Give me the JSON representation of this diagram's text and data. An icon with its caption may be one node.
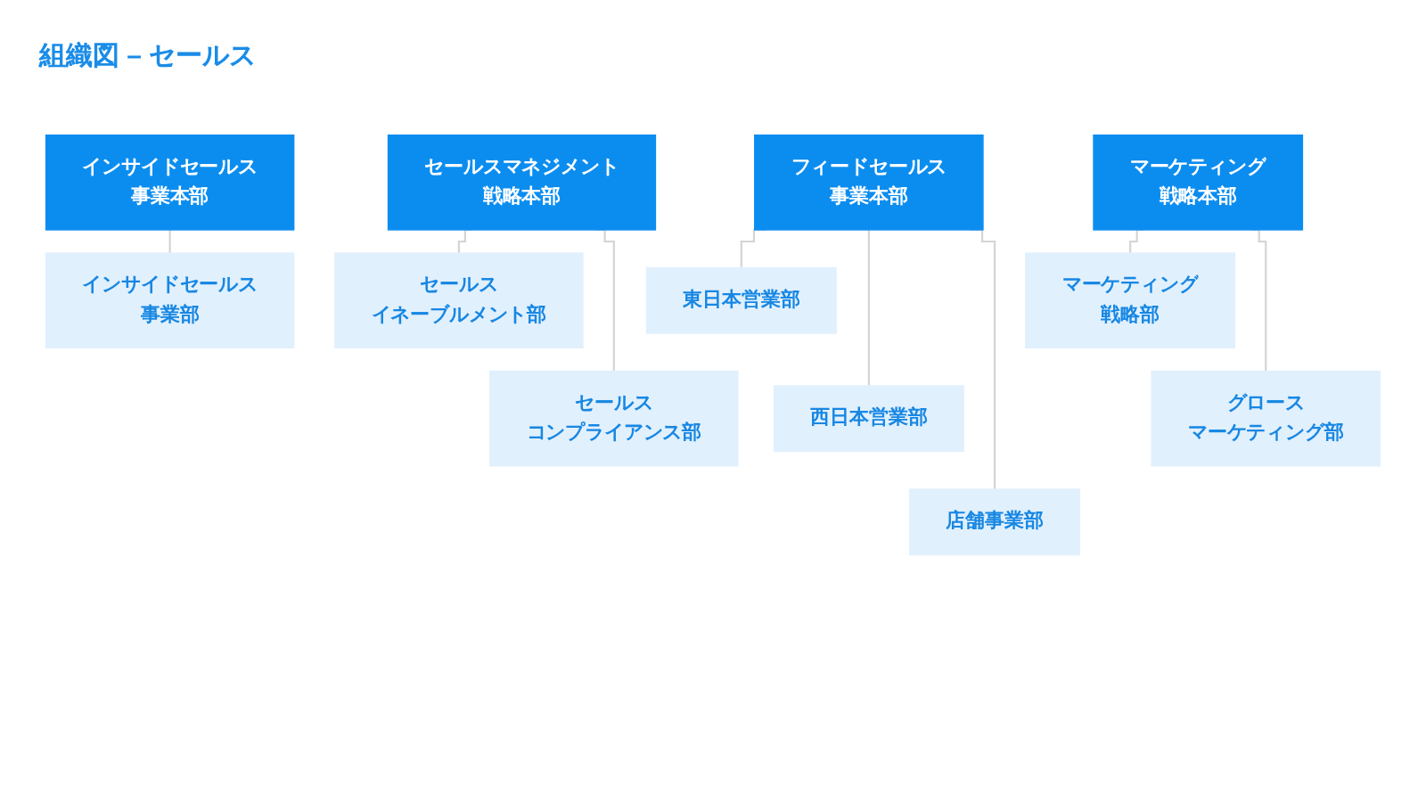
{
  "diagram": {
    "title": "組織図 – セールス",
    "nodes": [
      {
        "text": [
          "フィードセールス事業本部"
        ]
      },
      {
        "text": [
          "東日本営業部"
        ]
      },
      {
        "text": [
          "西日本営業部"
        ]
      },
      {
        "text": [
          "店舗事業部"
        ]
      },
      {
        "text": [
          "インサイドセールス事業本部"
        ]
      },
      {
        "text": [
          "インサイドセールス事業部"
        ]
      },
      {
        "text": [
          "セールスマネジメント戦略本部"
        ]
      },
      {
        "text": [
          "セールスイネーブルメント部"
        ]
      },
      {
        "text": [
          "セールスコンプライアンス部"
        ]
      },
      {
        "text": [
          "マーケティング戦略本部"
        ]
      },
      {
        "text": [
          "マーケティング戦略部"
        ]
      },
      {
        "text": [
          "グロースマーケティング部"
        ]
      }
    ],
    "edges": [
      {
        "from": 0,
        "to": 1,
        "arrow": "none"
      },
      {
        "from": 0,
        "to": 2,
        "arrow": "none"
      },
      {
        "from": 0,
        "to": 3,
        "arrow": "none"
      },
      {
        "from": 4,
        "to": 5,
        "arrow": "none"
      },
      {
        "from": 6,
        "to": 7,
        "arrow": "none"
      },
      {
        "from": 6,
        "to": 8,
        "arrow": "none"
      },
      {
        "from": 9,
        "to": 10,
        "arrow": "none"
      },
      {
        "from": 9,
        "to": 11,
        "arrow": "none"
      }
    ]
  }
}
